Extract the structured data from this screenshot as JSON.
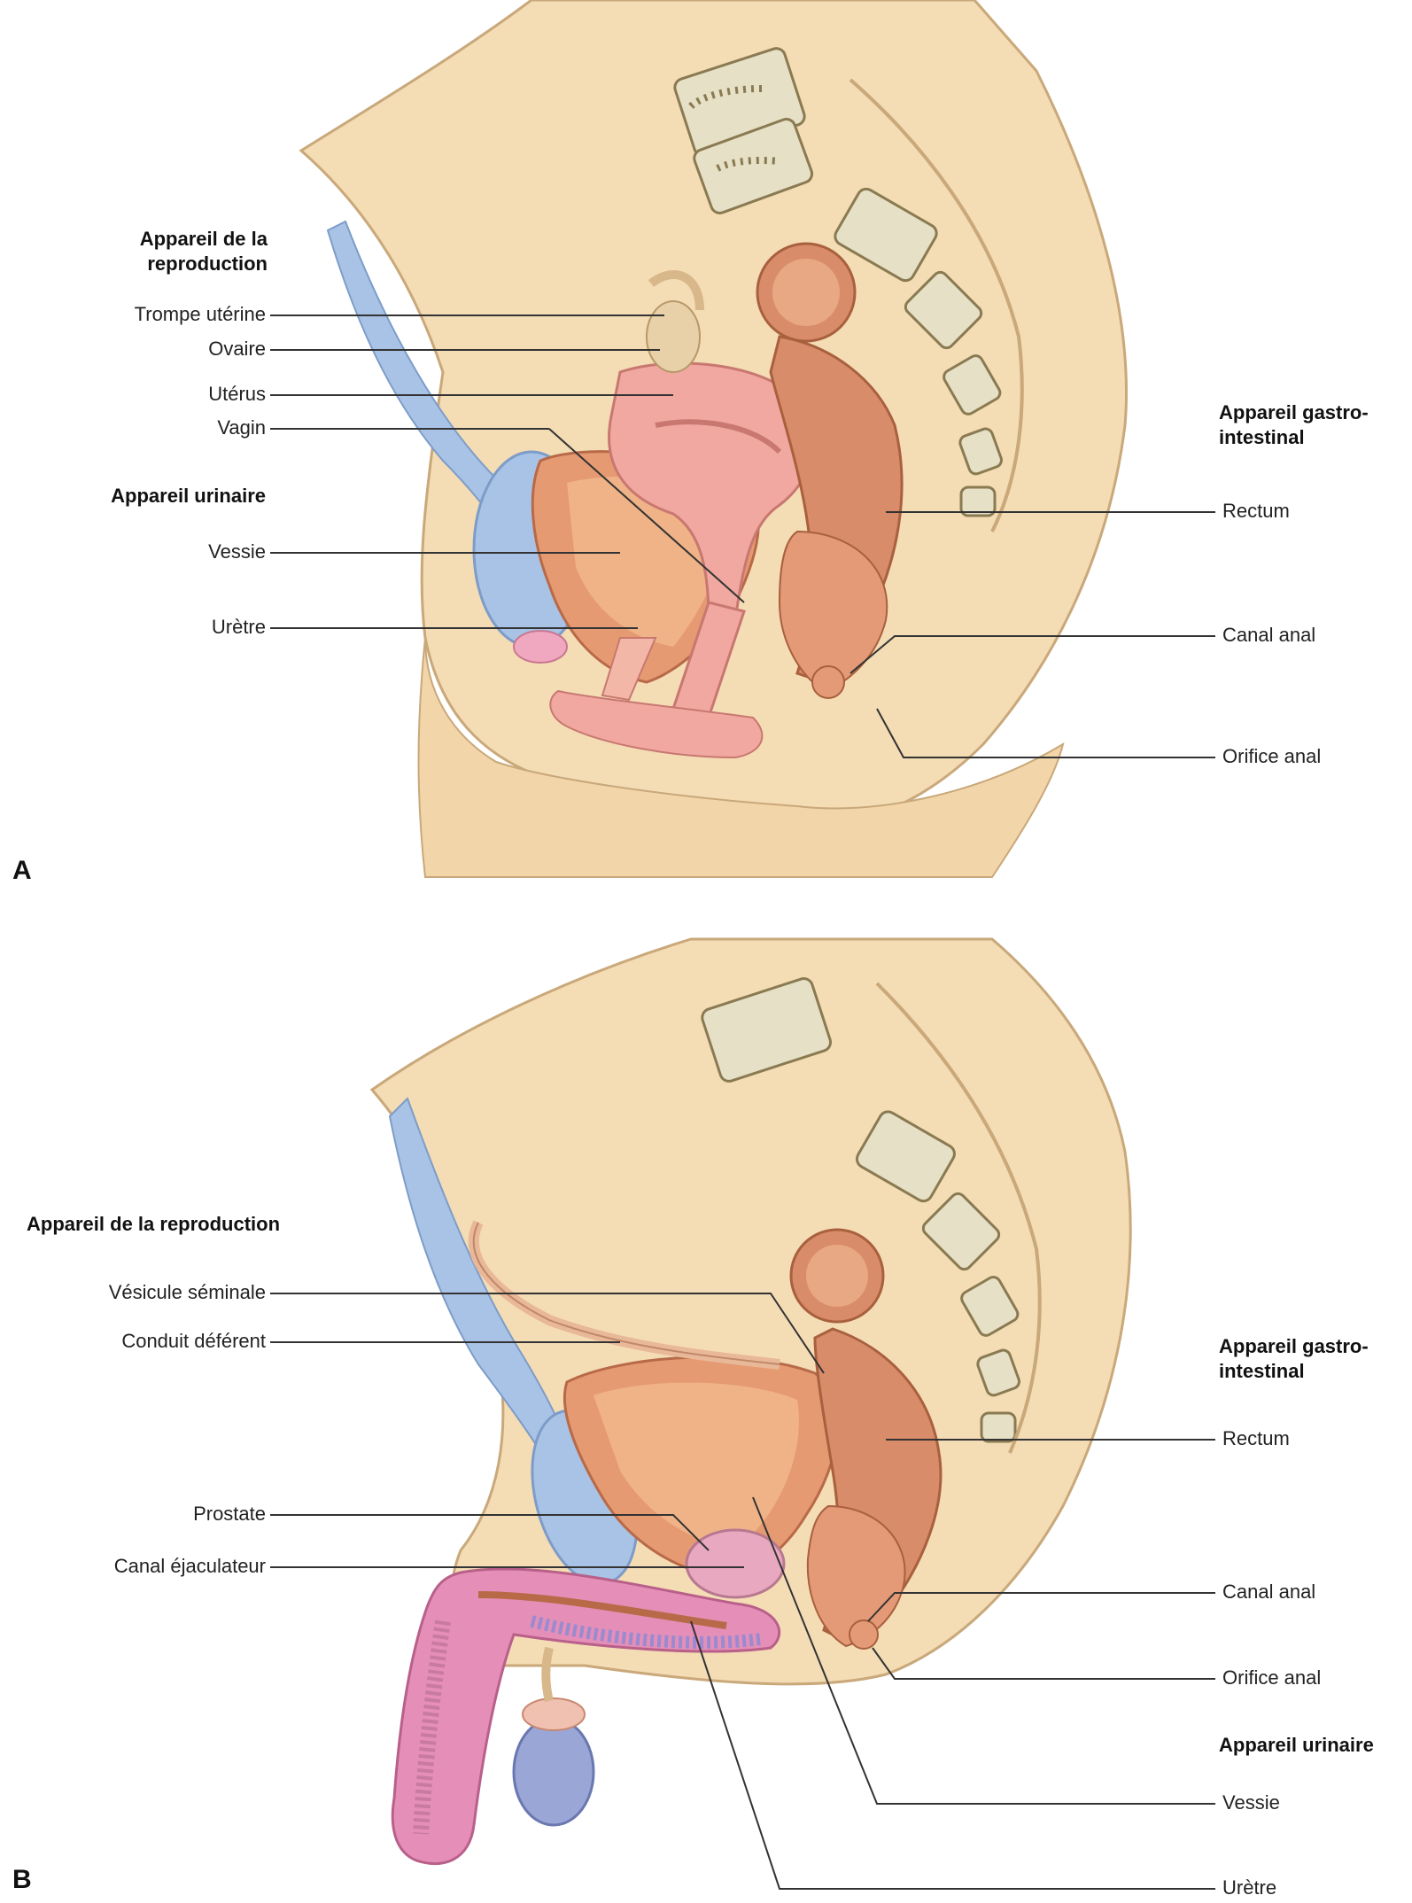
{
  "panel_a": {
    "letter": "A",
    "left_groups": {
      "repro_heading": "Appareil de la reproduction",
      "urin_heading": "Appareil urinaire"
    },
    "labels": {
      "trompe": "Trompe utérine",
      "ovaire": "Ovaire",
      "uterus": "Utérus",
      "vagin": "Vagin",
      "vessie": "Vessie",
      "uretre": "Urètre",
      "gi_heading": "Appareil gastro-intestinal",
      "rectum": "Rectum",
      "canal_anal": "Canal anal",
      "orifice_anal": "Orifice anal"
    }
  },
  "panel_b": {
    "letter": "B",
    "labels": {
      "repro_heading": "Appareil de la reproduction",
      "vesicule": "Vésicule séminale",
      "deferent": "Conduit déférent",
      "prostate": "Prostate",
      "ejaculateur": "Canal éjaculateur",
      "gi_heading": "Appareil gastro-intestinal",
      "rectum": "Rectum",
      "canal_anal": "Canal anal",
      "orifice_anal": "Orifice anal",
      "urin_heading": "Appareil urinaire",
      "vessie": "Vessie",
      "uretre": "Urètre"
    }
  },
  "colors": {
    "skin": "#f4dcb4",
    "skin_edge": "#c9a87a",
    "bone": "#e6e0c6",
    "marrow": "#8a7a52",
    "bladder": "#e59a72",
    "uterus": "#f0a8a0",
    "rectum": "#d98c6a",
    "blue": "#a9c3e6",
    "penis": "#e58fb8",
    "testis": "#9aa6d6",
    "line": "#333333"
  }
}
